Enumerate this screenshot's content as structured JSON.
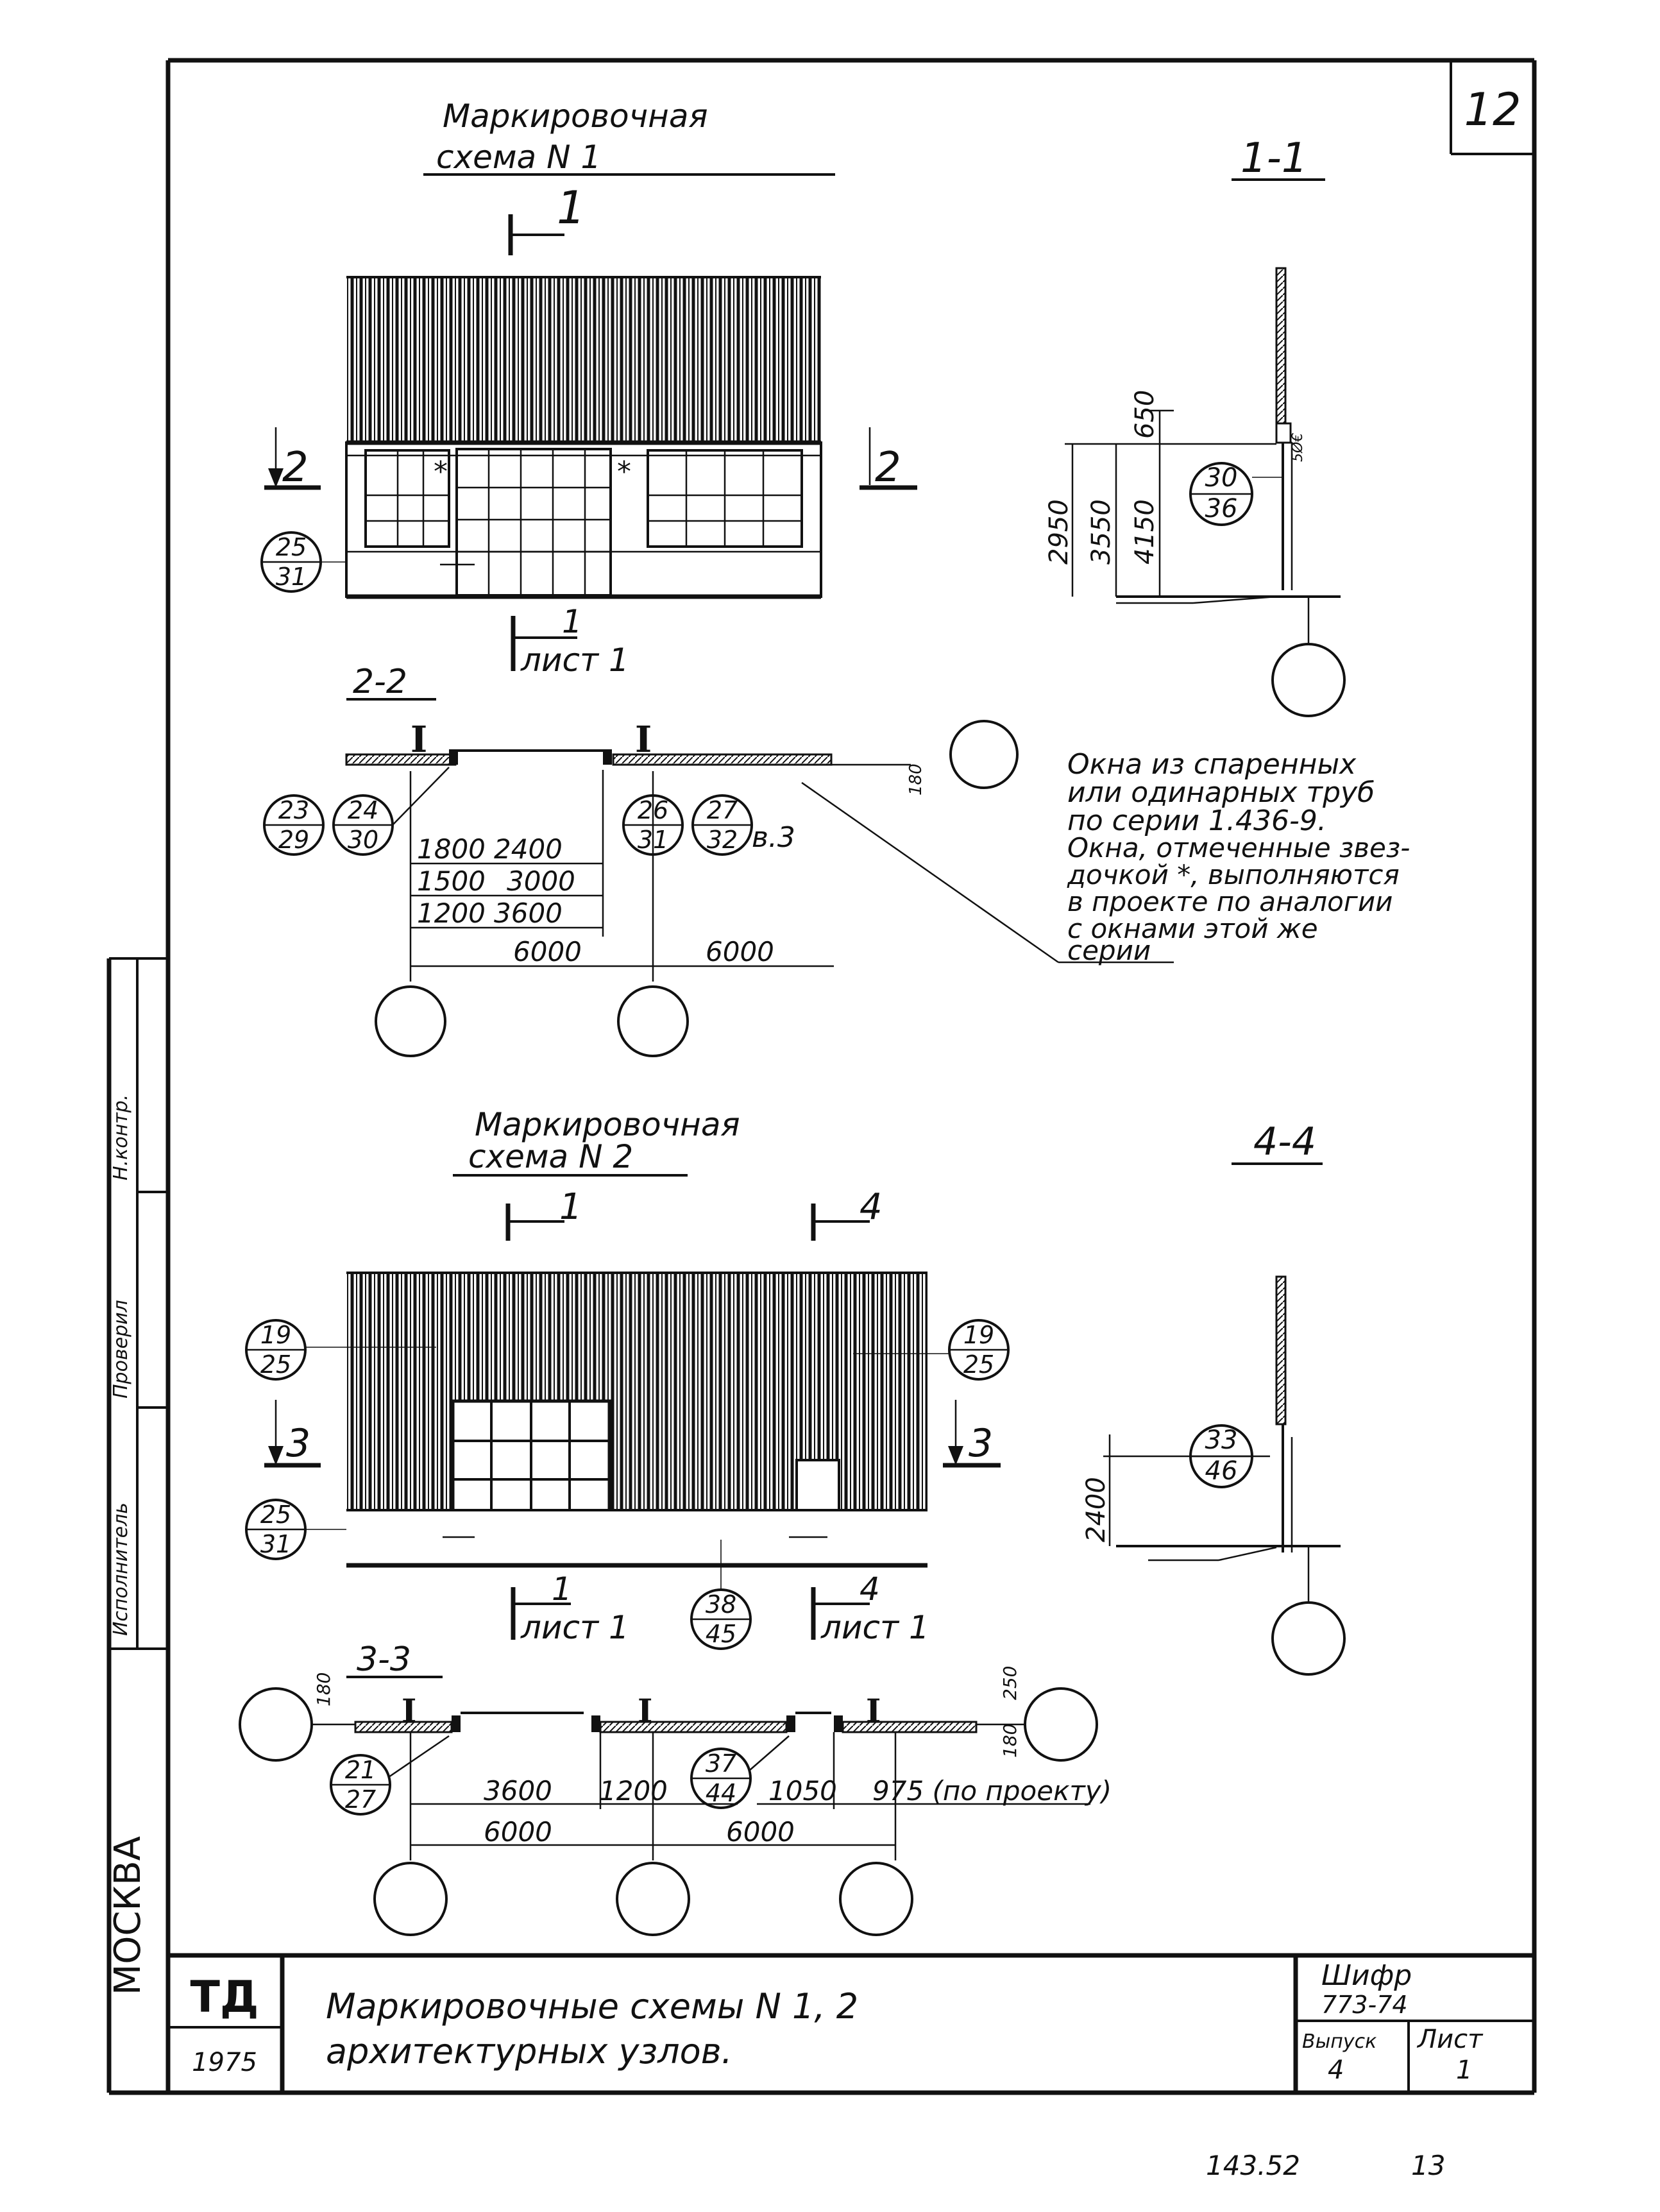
{
  "sheet_number": "12",
  "scheme1": {
    "title_line1": "Маркировочная",
    "title_line2": "схема  N 1",
    "cut_top_label": "1",
    "cut_bottom_label": "1",
    "cut_bottom_sheet": "лист 1",
    "cut2_left": "2",
    "cut2_right": "2",
    "node": {
      "top": "25",
      "bottom": "31"
    }
  },
  "section_2_2": {
    "title": "2-2",
    "nodes": [
      {
        "top": "23",
        "bottom": "29"
      },
      {
        "top": "24",
        "bottom": "30"
      },
      {
        "top": "26",
        "bottom": "31"
      },
      {
        "top": "27",
        "bottom": "32"
      }
    ],
    "note_ref": "в.3",
    "offset_dim": "180",
    "dims": [
      "1800",
      "2400",
      "1500",
      "3000",
      "1200",
      "3600",
      "6000",
      "6000"
    ]
  },
  "section_1_1": {
    "title": "1-1",
    "dims": [
      "650",
      "2950",
      "3550",
      "4150"
    ],
    "node": {
      "top": "30",
      "bottom": "36"
    },
    "mark": "5Ø€"
  },
  "note": [
    "Окна из спаренных",
    "или одинарных труб",
    "по серии 1.436-9.",
    "Окна, отмеченные звез-",
    "дочкой *, выполняются",
    "в проекте по аналогии",
    "с окнами      этой же",
    "серии"
  ],
  "scheme2": {
    "title_line1": "Маркировочная",
    "title_line2": "схема N 2",
    "cut1_top": "1",
    "cut4_top": "4",
    "cut3_left": "3",
    "cut3_right": "3",
    "node_left_top": {
      "top": "19",
      "bottom": "25"
    },
    "node_right_top": {
      "top": "19",
      "bottom": "25"
    },
    "node_left_bottom": {
      "top": "25",
      "bottom": "31"
    },
    "node_center": {
      "top": "38",
      "bottom": "45"
    },
    "cut1_bottom": "1",
    "cut1_sheet": "лист 1",
    "cut4_bottom": "4",
    "cut4_sheet": "лист 1"
  },
  "section_3_3": {
    "title": "3-3",
    "dim_left": "180",
    "dim_right_top": "250",
    "dim_right_bottom": "180",
    "nodes": [
      {
        "top": "21",
        "bottom": "27"
      },
      {
        "top": "37",
        "bottom": "44"
      }
    ],
    "dims": [
      "3600",
      "1200",
      "1050",
      "975 (по проекту)",
      "6000",
      "6000"
    ]
  },
  "section_4_4": {
    "title": "4-4",
    "dim": "2400",
    "node": {
      "top": "33",
      "bottom": "46"
    }
  },
  "side_stamp": {
    "city": "МОСКВА",
    "row1": "Исполнитель",
    "row2": "Проверил",
    "row3": "Н.контр."
  },
  "title_block": {
    "org": "ТД",
    "year": "1975",
    "title_line1": "Маркировочные      схемы  N 1, 2",
    "title_line2": "архитектурных     узлов.",
    "cipher_label": "Шифр",
    "cipher": "773-74",
    "issue_label": "Выпуск",
    "issue": "4",
    "sheet_label": "Лист",
    "sheet": "1"
  },
  "footer": {
    "left": "143.52",
    "right": "13"
  }
}
